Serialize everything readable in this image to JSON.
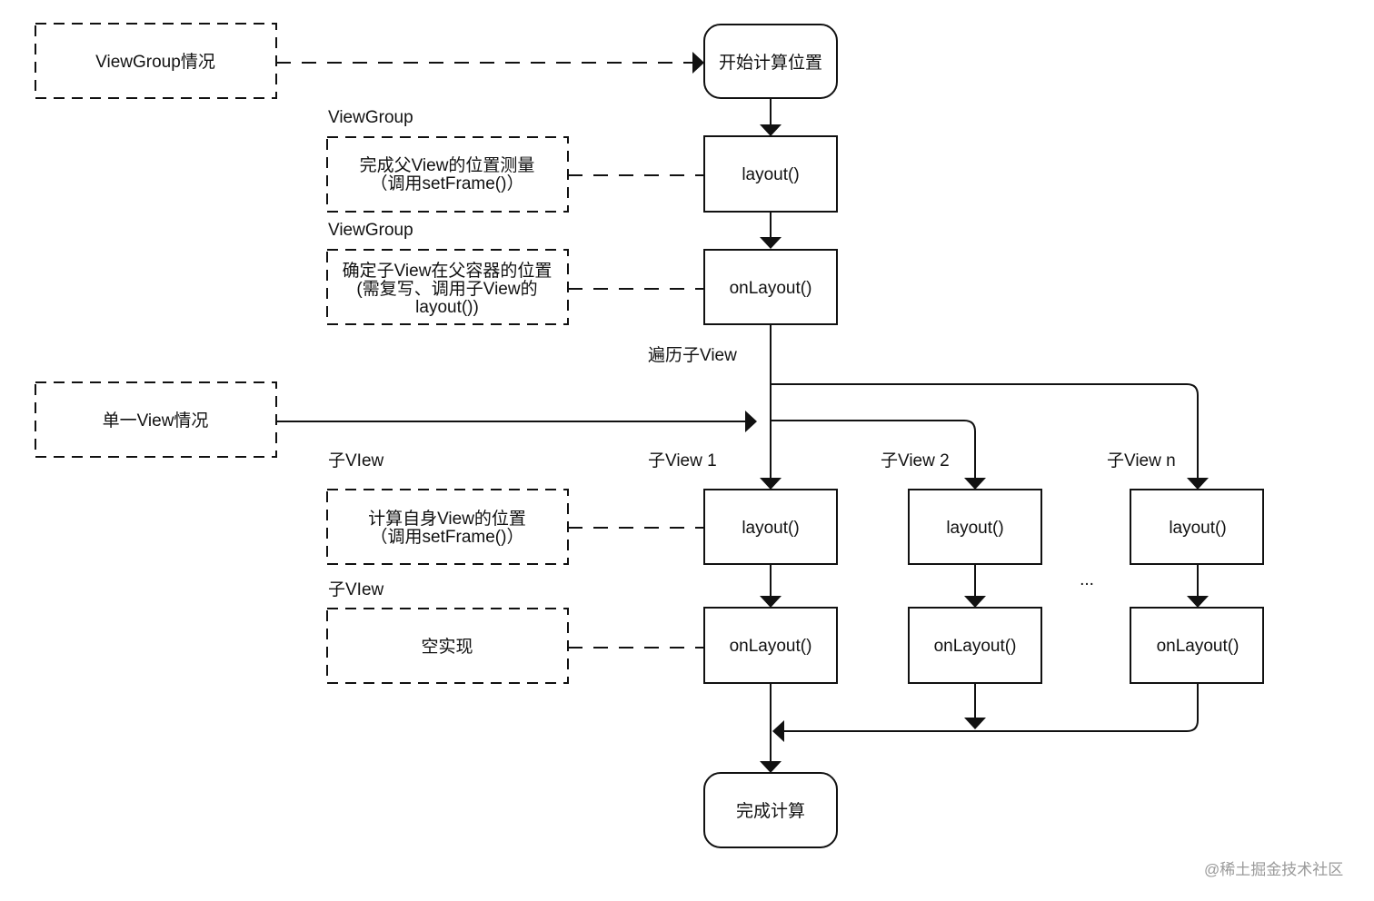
{
  "nodes": {
    "start": "开始计算位置",
    "parent_layout": "layout()",
    "parent_onlayout": "onLayout()",
    "child1_layout": "layout()",
    "child2_layout": "layout()",
    "childn_layout": "layout()",
    "child1_onlayout": "onLayout()",
    "child2_onlayout": "onLayout()",
    "childn_onlayout": "onLayout()",
    "end": "完成计算"
  },
  "notes": {
    "viewgroup_case": "ViewGroup情况",
    "single_view_case": "单一View情况",
    "parent_layout_note": [
      "完成父View的位置测量",
      "（调用setFrame()）"
    ],
    "parent_onlayout_note": [
      "确定子View在父容器的位置",
      "(需复写、调用子View的",
      "layout())"
    ],
    "child_layout_note": [
      "计算自身View的位置",
      "（调用setFrame()）"
    ],
    "child_onlayout_note": "空实现"
  },
  "labels": {
    "viewgroup_1": "ViewGroup",
    "viewgroup_2": "ViewGroup",
    "traverse": "遍历子View",
    "child_view_1_left": "子VIew",
    "child_view_2_left": "子VIew",
    "child_1": "子View 1",
    "child_2": "子View 2",
    "child_n": "子View n",
    "ellipsis": "..."
  },
  "watermark": "@稀土掘金技术社区",
  "colors": {
    "stroke": "#111111",
    "watermark": "#9a9a9a",
    "background": "#ffffff"
  }
}
